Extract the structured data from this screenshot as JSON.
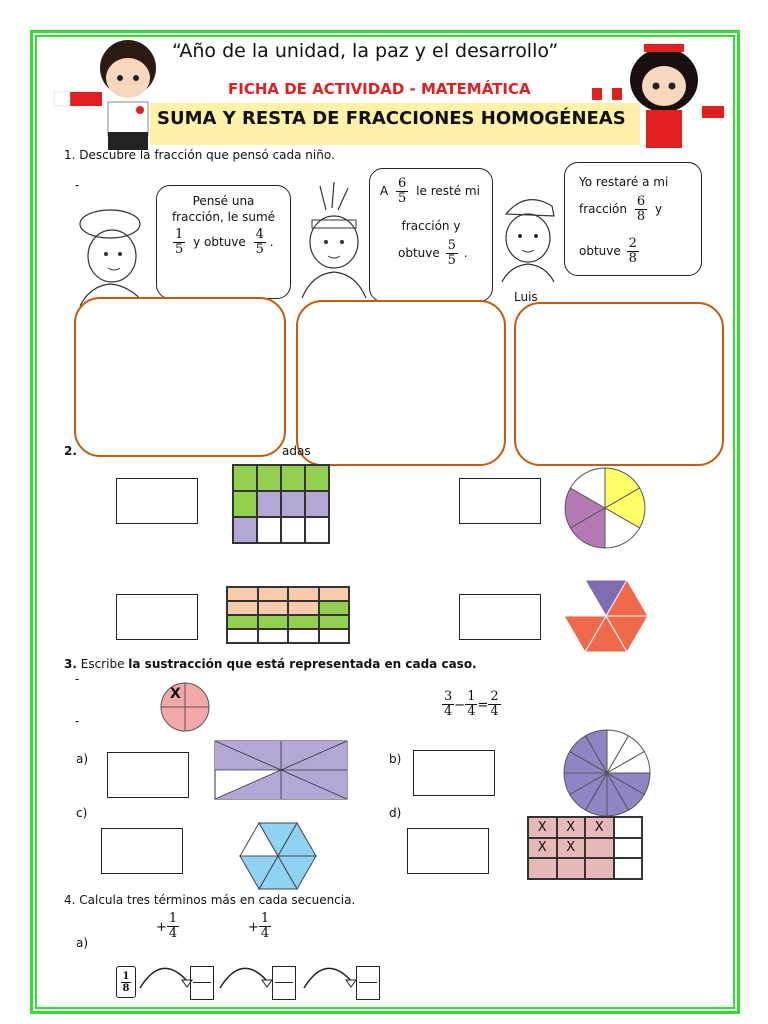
{
  "header": {
    "motto": "“Año de la unidad, la paz y el desarrollo”",
    "sheet_label": "FICHA DE ACTIVIDAD - MATEMÁTICA",
    "title": "SUMA Y RESTA DE FRACCIONES HOMOGÉNEAS"
  },
  "q1": {
    "prompt": "1. Descubre la fracción que pensó cada niño.",
    "dash": "-",
    "bubble1": {
      "l1": "Pensé una",
      "l2": "fracción, le sumé",
      "f1n": "1",
      "f1d": "5",
      "mid": "y obtuve",
      "f2n": "4",
      "f2d": "5",
      "end": "."
    },
    "bubble2": {
      "pre": "A",
      "f1n": "6",
      "f1d": "5",
      "l1": "le resté mi",
      "l2": "fracción y",
      "l3": "obtuve",
      "f2n": "5",
      "f2d": "5",
      "end": "."
    },
    "bubble3": {
      "l1": "Yo restaré a mi",
      "l2": "fracción",
      "f1n": "6",
      "f1d": "8",
      "y": "y",
      "l3": "obtuve",
      "f2n": "2",
      "f2d": "8"
    },
    "name3": "Luis"
  },
  "q2": {
    "num": "2.",
    "partial": "adas"
  },
  "q3": {
    "num": "3.",
    "text_plain": "Escribe",
    "text_bold": "la sustracción que está representada en cada caso.",
    "dash1": "-",
    "dash2": "-",
    "example_mark": "X",
    "example": {
      "an": "3",
      "ad": "4",
      "op": "−",
      "bn": "1",
      "bd": "4",
      "eq": "=",
      "cn": "2",
      "cd": "4"
    },
    "labels": [
      "a)",
      "b)",
      "c)",
      "d)"
    ],
    "grid_marks": [
      "X",
      "X",
      "X",
      "",
      "X",
      "X",
      "",
      "",
      "",
      "",
      "",
      ""
    ]
  },
  "q4": {
    "prompt": "4. Calcula tres términos más en cada secuencia.",
    "label": "a)",
    "step1": {
      "sign": "+",
      "n": "1",
      "d": "4"
    },
    "step2": {
      "sign": "+",
      "n": "1",
      "d": "4"
    },
    "start": {
      "n": "1",
      "d": "8"
    }
  },
  "colors": {
    "frame": "#33dd33",
    "orange_border": "#c55a11",
    "title_bg": "#fff2a8",
    "red_label": "#e02020",
    "green": "#92d050",
    "purple": "#b4a7d6",
    "peach": "#f8cbad",
    "light_blue": "#8fd3f4",
    "pink": "#e6b8b7"
  }
}
